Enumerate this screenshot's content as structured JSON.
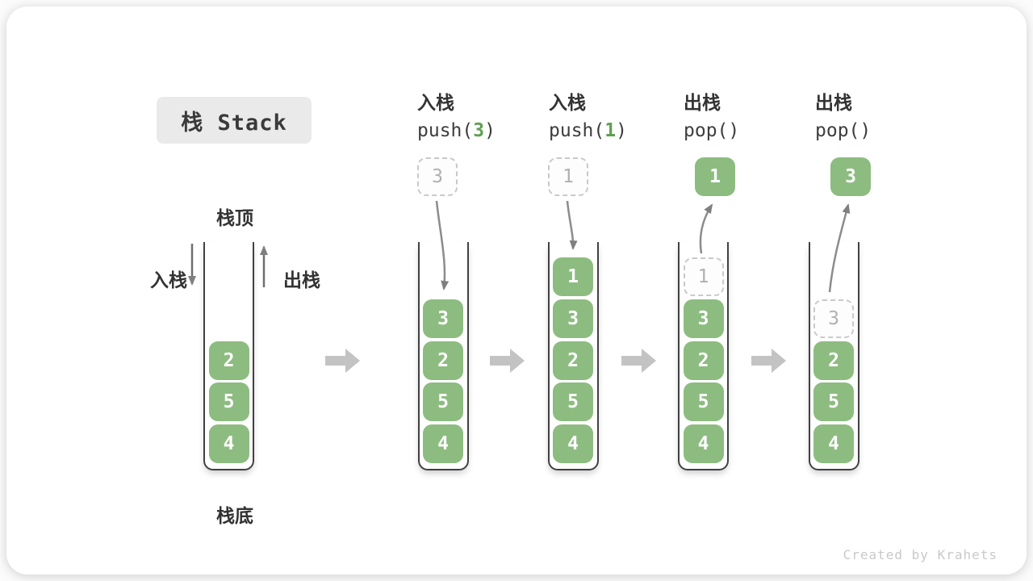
{
  "watermark": "Created by Krahets",
  "title": {
    "text": "栈 Stack"
  },
  "legend": {
    "stack_top": "栈顶",
    "stack_bottom": "栈底",
    "push": "入栈",
    "pop": "出栈"
  },
  "colors": {
    "cell_green": "#8dbc80",
    "arg_green": "#5fa050",
    "title_bg": "#eaeaea",
    "block_arrow": "#c3c3c3",
    "curve_arrow": "#8c8c8c",
    "legend_arrow": "#6f6f6f",
    "ghost_border": "#c9c9c9",
    "ghost_text": "#b0b0b0",
    "wall": "#414141"
  },
  "operations": [
    {
      "zh": "入栈",
      "code": [
        {
          "t": "push("
        },
        {
          "t": "3",
          "accent": true
        },
        {
          "t": ")"
        }
      ]
    },
    {
      "zh": "入栈",
      "code": [
        {
          "t": "push("
        },
        {
          "t": "1",
          "accent": true
        },
        {
          "t": ")"
        }
      ]
    },
    {
      "zh": "出栈",
      "code": [
        {
          "t": "pop()"
        }
      ]
    },
    {
      "zh": "出栈",
      "code": [
        {
          "t": "pop()"
        }
      ]
    }
  ],
  "stacks": [
    {
      "name": "state-initial",
      "cells": [
        {
          "v": "4"
        },
        {
          "v": "5"
        },
        {
          "v": "2"
        }
      ]
    },
    {
      "name": "state-after-push-3",
      "cells": [
        {
          "v": "4"
        },
        {
          "v": "5"
        },
        {
          "v": "2"
        },
        {
          "v": "3"
        }
      ],
      "float": {
        "v": "3",
        "ghost": true
      },
      "arrow": "in"
    },
    {
      "name": "state-after-push-1",
      "cells": [
        {
          "v": "4"
        },
        {
          "v": "5"
        },
        {
          "v": "2"
        },
        {
          "v": "3"
        },
        {
          "v": "1"
        }
      ],
      "float": {
        "v": "1",
        "ghost": true
      },
      "arrow": "in"
    },
    {
      "name": "state-after-pop-1",
      "cells": [
        {
          "v": "4"
        },
        {
          "v": "5"
        },
        {
          "v": "2"
        },
        {
          "v": "3"
        },
        {
          "v": "1",
          "ghost": true
        }
      ],
      "float": {
        "v": "1",
        "ghost": false
      },
      "arrow": "out"
    },
    {
      "name": "state-after-pop-3",
      "cells": [
        {
          "v": "4"
        },
        {
          "v": "5"
        },
        {
          "v": "2"
        },
        {
          "v": "3",
          "ghost": true
        }
      ],
      "float": {
        "v": "3",
        "ghost": false
      },
      "arrow": "out"
    }
  ]
}
